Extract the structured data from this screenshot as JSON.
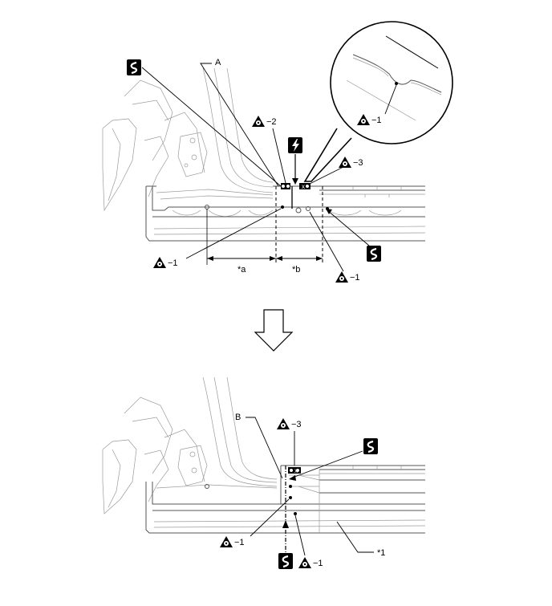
{
  "diagram": {
    "top": {
      "label_A": "A",
      "callout_1": "−1",
      "callout_2": "−2",
      "callout_3": "−3",
      "callout_left_1": "−1",
      "callout_right_1": "−1",
      "dim_a": "*a",
      "dim_b": "*b"
    },
    "bottom": {
      "label_B": "B",
      "callout_3": "−3",
      "callout_left_1": "−1",
      "callout_right_1": "−1",
      "note_1": "*1"
    },
    "symbols": {
      "saw_cut": "saw-cut-symbol",
      "weld_cut": "lightning-cut-symbol",
      "spot_weld": "spot-weld-triangle-icon",
      "process_arrow": "down-arrow-icon"
    }
  }
}
